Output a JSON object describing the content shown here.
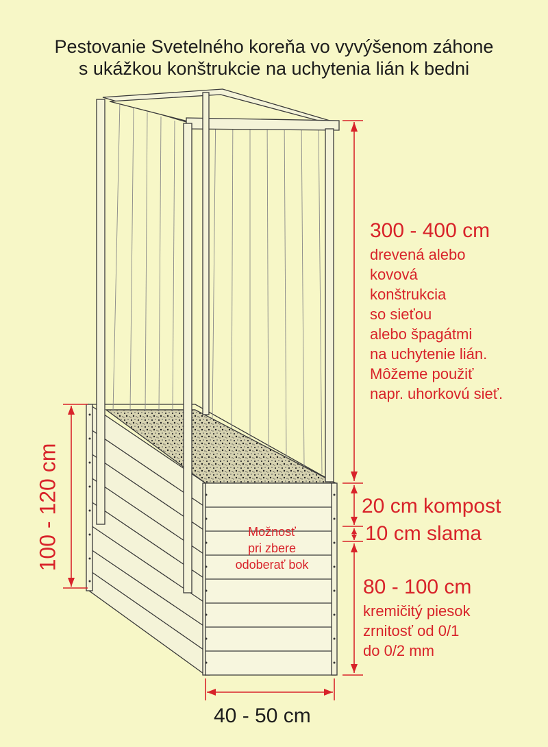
{
  "title": {
    "line1": "Pestovanie Svetelného koreňa vo vyvýšenom záhone",
    "line2": "s ukážkou konštrukcie na uchytenia lián k bedni"
  },
  "labels": {
    "frame_height": "300 - 400 cm",
    "frame_desc": [
      "drevená alebo",
      "kovová",
      "konštrukcia",
      "so sieťou",
      "alebo špagátmi",
      "na uchytenie lián.",
      "Môžeme použiť",
      "napr. uhorkovú sieť."
    ],
    "compost": "20 cm kompost",
    "straw": "10 cm slama",
    "sand_height": "80 - 100 cm",
    "sand_desc": [
      "kremičitý piesok",
      "zrnitosť od 0/1",
      "do 0/2 mm"
    ],
    "box_height": "100 - 120 cm",
    "box_width": "40 - 50 cm",
    "side_note": [
      "Možnosť",
      "pri zbere",
      "odoberať bok"
    ]
  },
  "colors": {
    "background": "#f7f7c7",
    "dimension": "#d8232a",
    "drawing": "#3a3a3a",
    "text": "#1d1d1d"
  }
}
